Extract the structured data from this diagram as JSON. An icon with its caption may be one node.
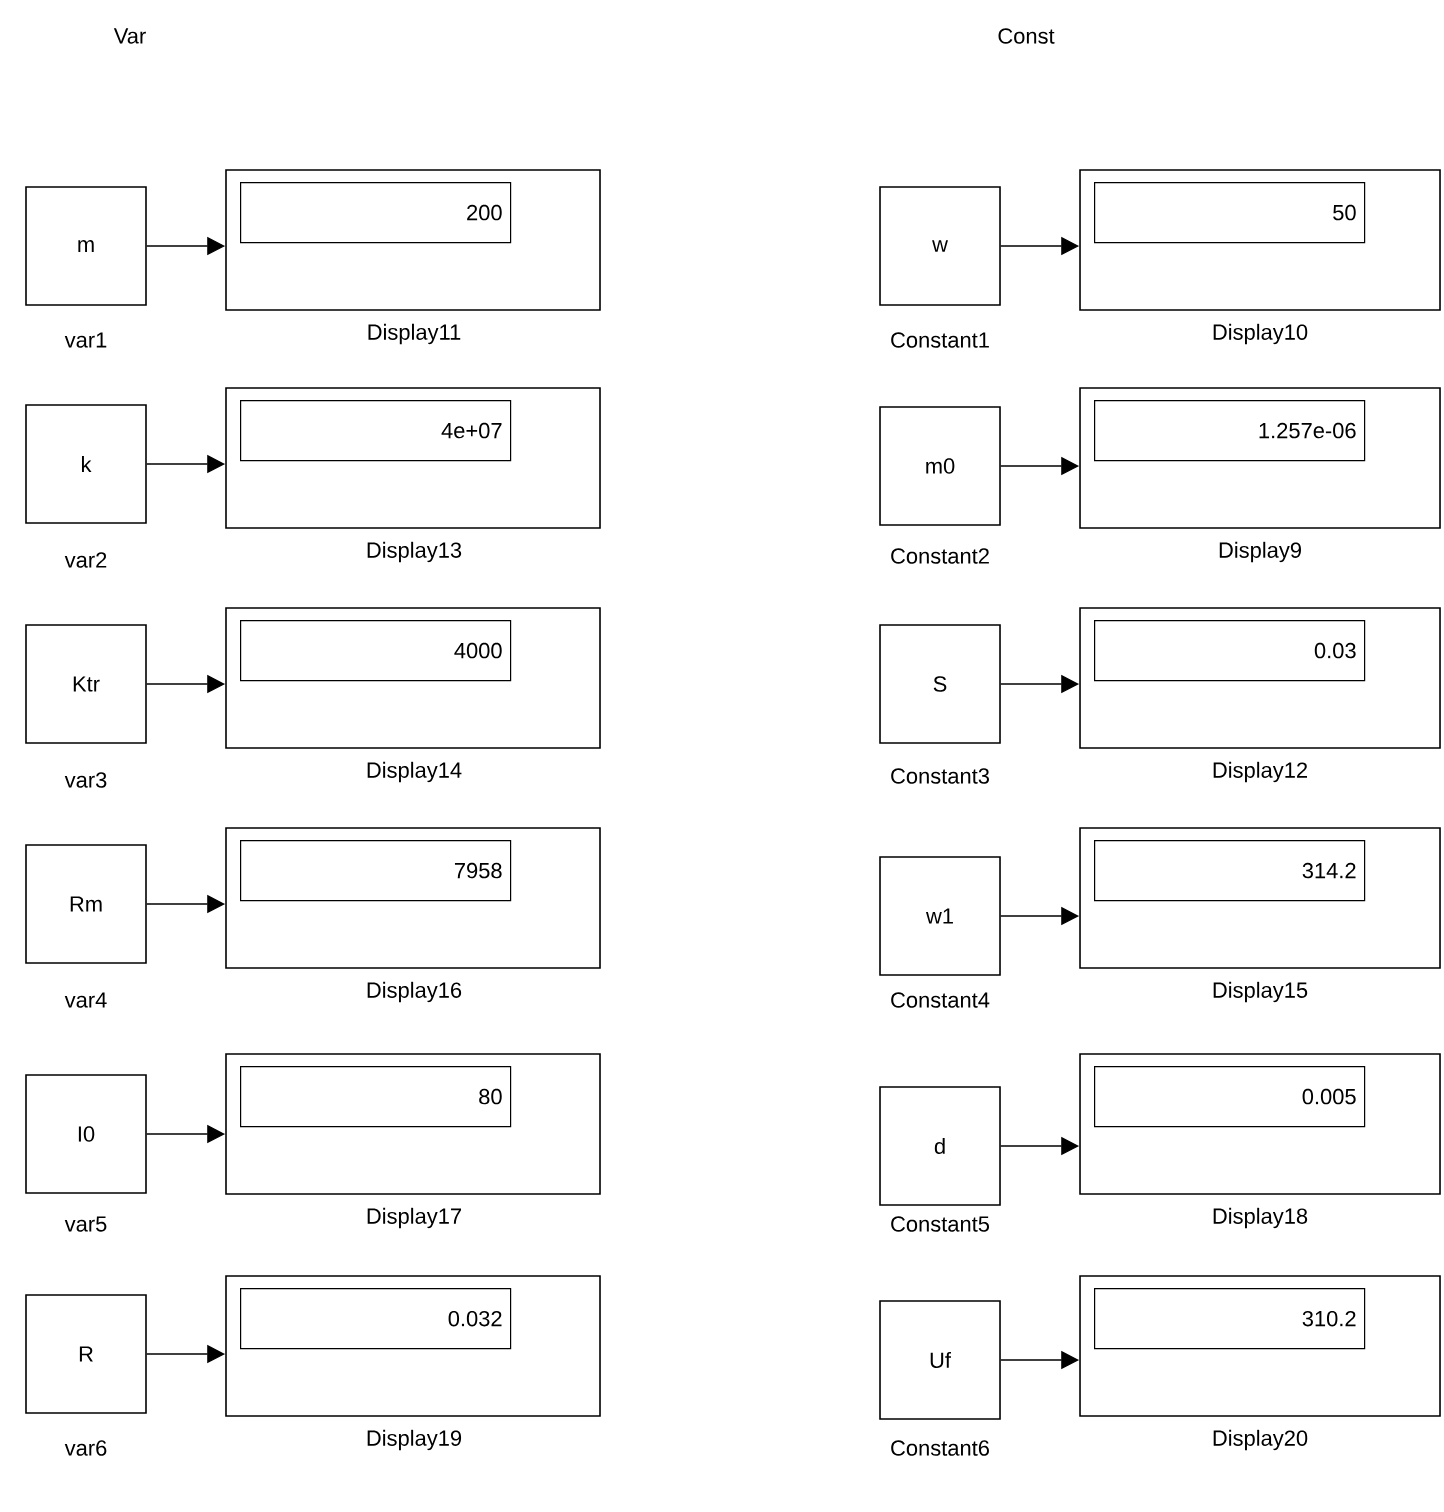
{
  "diagram": {
    "nodes": [
      {
        "text": [
          "m"
        ],
        "beside": [
          "var1"
        ]
      },
      {
        "text": [
          "200"
        ],
        "beside": [
          "Display11"
        ]
      },
      {
        "text": [
          "w"
        ],
        "beside": [
          "Constant1"
        ]
      },
      {
        "text": [
          "50"
        ],
        "beside": [
          "Display10"
        ]
      },
      {
        "text": [
          "k"
        ],
        "beside": [
          "var2"
        ]
      },
      {
        "text": [
          "4e+07"
        ],
        "beside": [
          "Display13"
        ]
      },
      {
        "text": [
          "m0"
        ],
        "beside": [
          "Constant2"
        ]
      },
      {
        "text": [
          "1.257e-06"
        ],
        "beside": [
          "Display9"
        ]
      },
      {
        "text": [
          "Ktr"
        ],
        "beside": [
          "var3"
        ]
      },
      {
        "text": [
          "4000"
        ],
        "beside": [
          "Display14"
        ]
      },
      {
        "text": [
          "S"
        ],
        "beside": [
          "Constant3"
        ]
      },
      {
        "text": [
          "0.03"
        ],
        "beside": [
          "Display12"
        ]
      },
      {
        "text": [
          "Rm"
        ],
        "beside": [
          "var4"
        ]
      },
      {
        "text": [
          "7958"
        ],
        "beside": [
          "Display16"
        ]
      },
      {
        "text": [
          "w1"
        ],
        "beside": [
          "Constant4"
        ]
      },
      {
        "text": [
          "314.2"
        ],
        "beside": [
          "Display15"
        ]
      },
      {
        "text": [
          "I0"
        ],
        "beside": [
          "var5"
        ]
      },
      {
        "text": [
          "80"
        ],
        "beside": [
          "Display17"
        ]
      },
      {
        "text": [
          "d"
        ],
        "beside": [
          "Constant5"
        ]
      },
      {
        "text": [
          "0.005"
        ],
        "beside": [
          "Display18"
        ]
      },
      {
        "text": [
          "R"
        ],
        "beside": [
          "var6"
        ]
      },
      {
        "text": [
          "0.032"
        ],
        "beside": [
          "Display19"
        ]
      },
      {
        "text": [
          "Uf"
        ],
        "beside": [
          "Constant6"
        ]
      },
      {
        "text": [
          "310.2"
        ],
        "beside": [
          "Display20"
        ]
      }
    ],
    "edges": [
      {
        "from": 0,
        "to": 1,
        "arrow": "to"
      },
      {
        "from": 2,
        "to": 3,
        "arrow": "to"
      },
      {
        "from": 4,
        "to": 5,
        "arrow": "to"
      },
      {
        "from": 6,
        "to": 7,
        "arrow": "to"
      },
      {
        "from": 8,
        "to": 9,
        "arrow": "to"
      },
      {
        "from": 10,
        "to": 11,
        "arrow": "to"
      },
      {
        "from": 12,
        "to": 13,
        "arrow": "to"
      },
      {
        "from": 14,
        "to": 15,
        "arrow": "to"
      },
      {
        "from": 16,
        "to": 17,
        "arrow": "to"
      },
      {
        "from": 18,
        "to": 19,
        "arrow": "to"
      },
      {
        "from": 20,
        "to": 21,
        "arrow": "to"
      },
      {
        "from": 22,
        "to": 23,
        "arrow": "to"
      }
    ],
    "labels": [
      "Var",
      "Const"
    ]
  }
}
